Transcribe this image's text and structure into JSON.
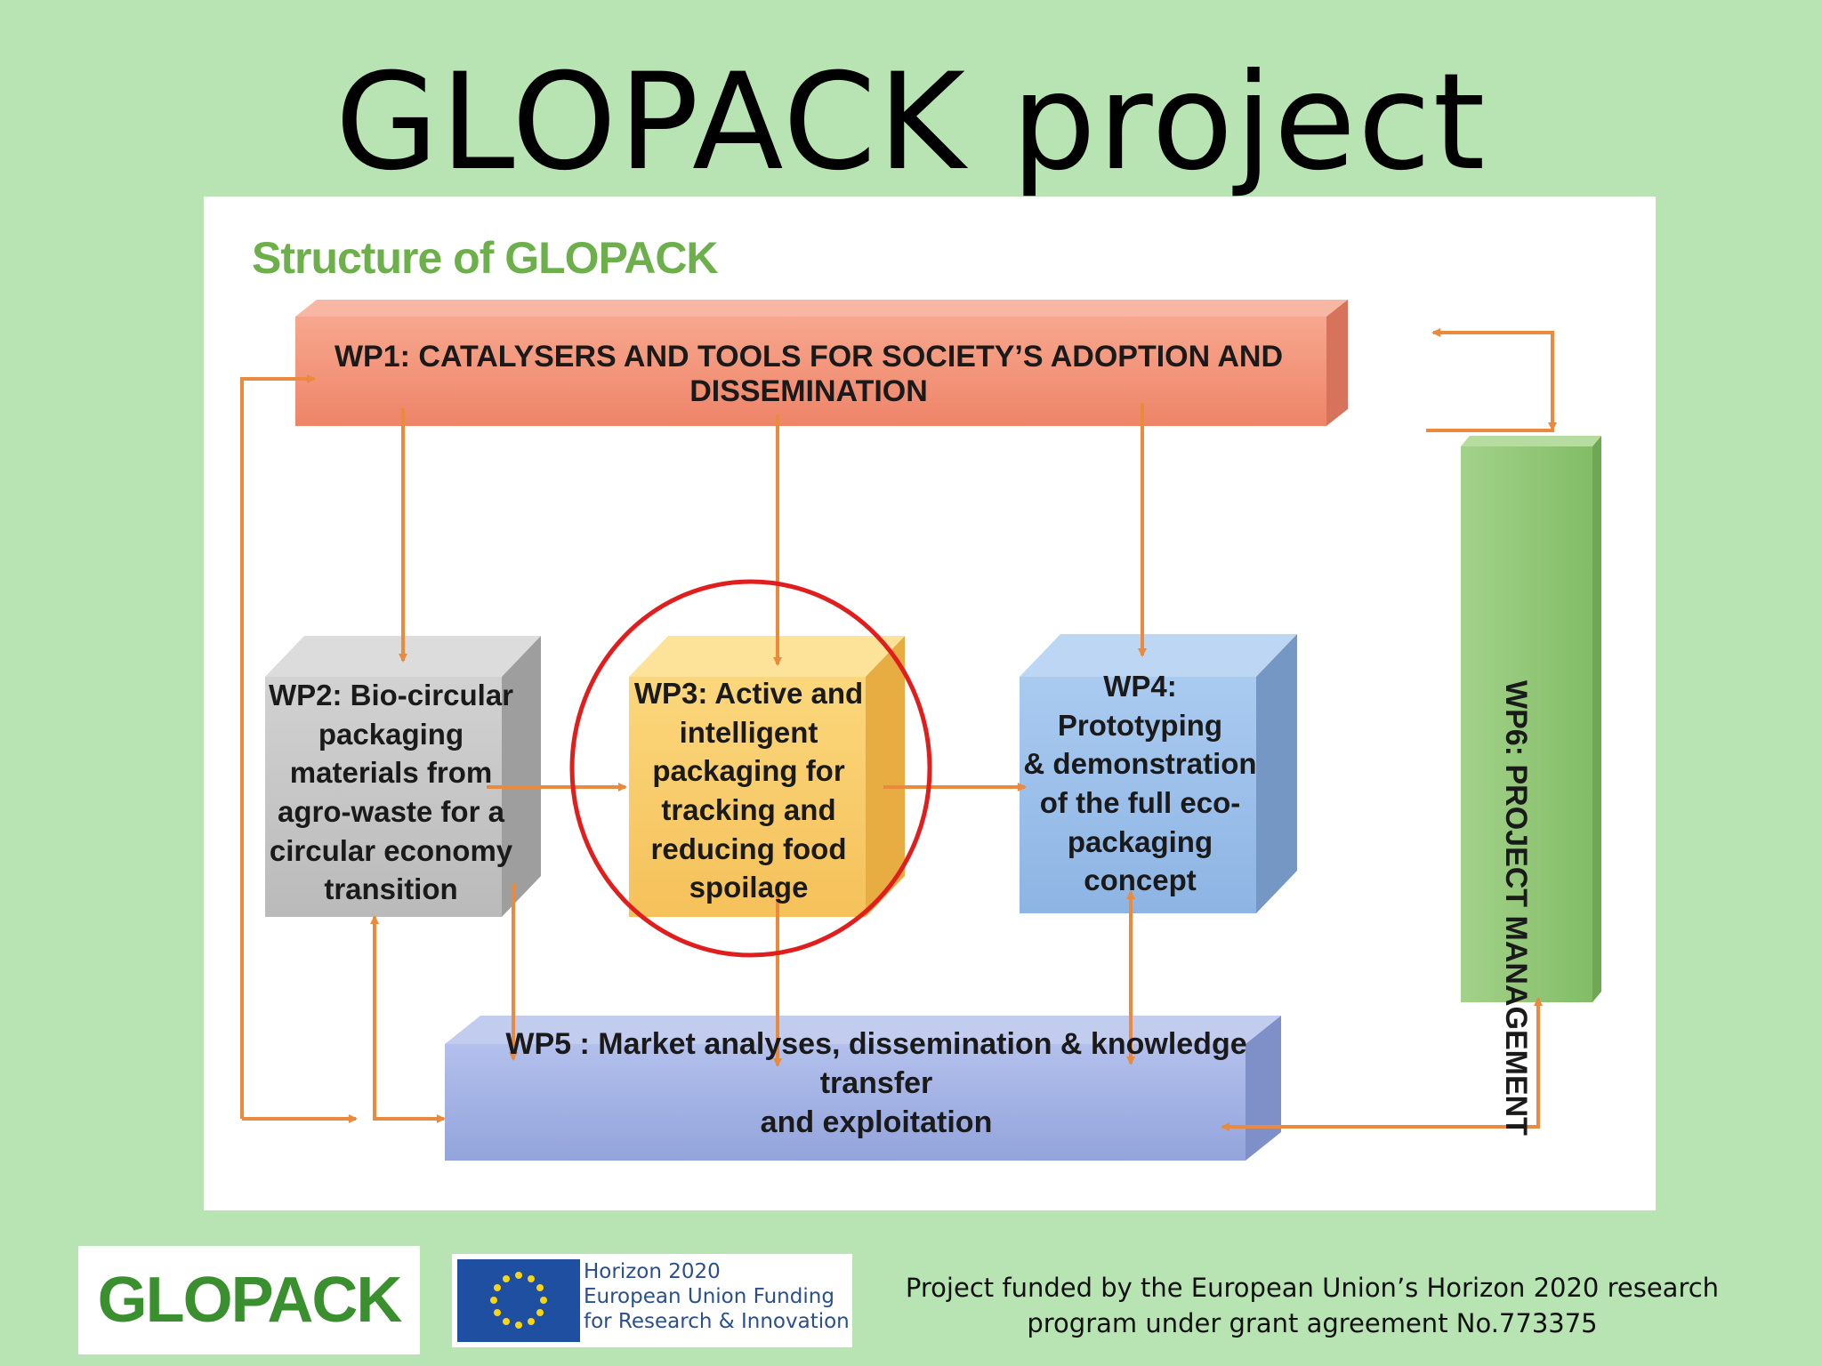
{
  "slide": {
    "title": "GLOPACK project"
  },
  "diagram": {
    "heading": "Structure of GLOPACK",
    "wp1": "WP1: CATALYSERS AND TOOLS FOR SOCIETY’S ADOPTION AND DISSEMINATION",
    "wp2_lines": [
      "WP2: Bio-circular",
      "packaging",
      "materials from",
      "agro-waste for a",
      "circular economy",
      "transition"
    ],
    "wp3_lines": [
      "WP3: Active and",
      "intelligent",
      "packaging for",
      "tracking and",
      "reducing food",
      "spoilage"
    ],
    "wp4_lines": [
      "WP4: Prototyping",
      "& demonstration",
      "of the full eco-",
      "packaging",
      "concept"
    ],
    "wp5_lines": [
      "WP5 : Market analyses, dissemination & knowledge transfer",
      "and exploitation"
    ],
    "wp6": "WP6: PROJECT MANAGEMENT"
  },
  "colors": {
    "background": "#b8e4b3",
    "wp1": "#f2957a",
    "wp2": "#c4c4c4",
    "wp3": "#f8cc6a",
    "wp4": "#9cc0ea",
    "wp5": "#a3b2e4",
    "wp6": "#8cc472",
    "arrow": "#ea8a3e",
    "highlight_circle": "#e01e1e"
  },
  "footer": {
    "logo_text": "GLOPACK",
    "eu_lines": [
      "Horizon 2020",
      "European Union Funding",
      "for Research & Innovation"
    ],
    "funding_lines": [
      "Project funded by the European Union’s Horizon 2020 research",
      "program under grant agreement No.773375"
    ]
  }
}
